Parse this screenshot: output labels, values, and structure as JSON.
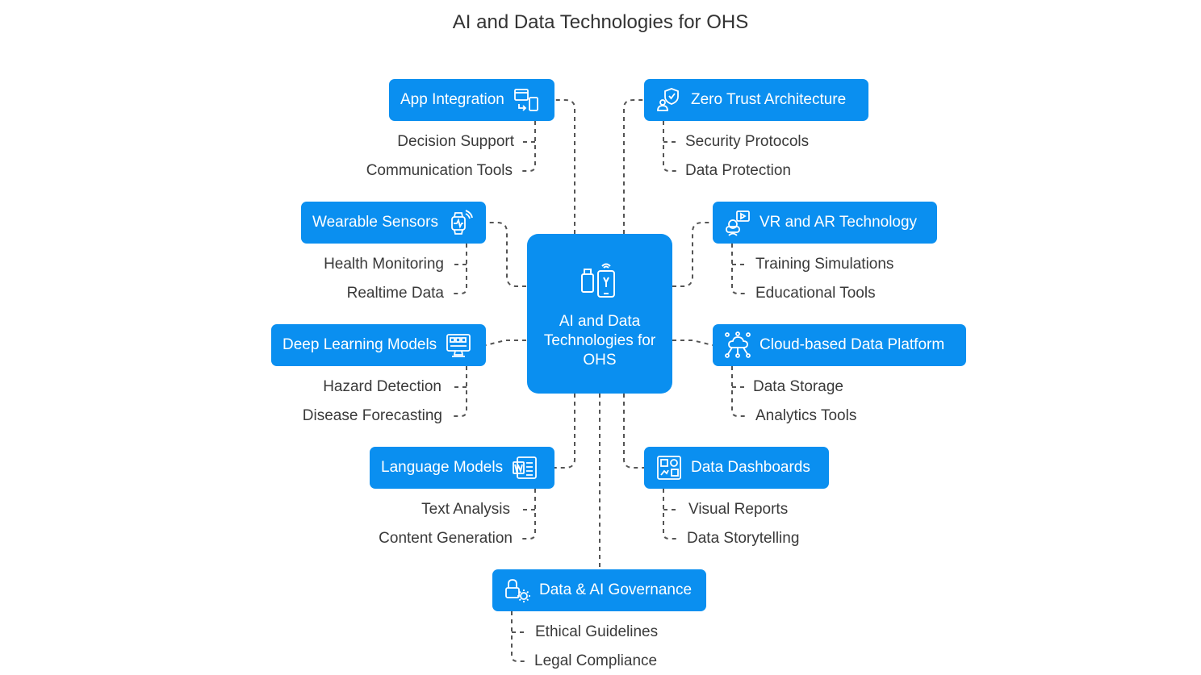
{
  "title": "AI and Data Technologies for OHS",
  "center": {
    "label": "AI and Data Technologies for OHS",
    "icon": "ai-devices-icon"
  },
  "accent_color": "#0a8ff0",
  "branches": [
    {
      "label": "App Integration",
      "icon": "app-integration-icon",
      "items": [
        "Decision Support",
        "Communication Tools"
      ]
    },
    {
      "label": "Zero Trust Architecture",
      "icon": "security-shield-icon",
      "items": [
        "Security Protocols",
        "Data Protection"
      ]
    },
    {
      "label": "Wearable Sensors",
      "icon": "smartwatch-icon",
      "items": [
        "Health Monitoring",
        "Realtime Data"
      ]
    },
    {
      "label": "VR and AR Technology",
      "icon": "vr-headset-icon",
      "items": [
        "Training Simulations",
        "Educational Tools"
      ]
    },
    {
      "label": "Deep Learning Models",
      "icon": "neural-computer-icon",
      "items": [
        "Hazard Detection",
        "Disease Forecasting"
      ]
    },
    {
      "label": "Cloud-based Data Platform",
      "icon": "cloud-network-icon",
      "items": [
        "Data Storage",
        "Analytics Tools"
      ]
    },
    {
      "label": "Language Models",
      "icon": "word-document-icon",
      "items": [
        "Text Analysis",
        "Content Generation"
      ]
    },
    {
      "label": "Data Dashboards",
      "icon": "dashboard-icon",
      "items": [
        "Visual Reports",
        "Data Storytelling"
      ]
    },
    {
      "label": "Data & AI Governance",
      "icon": "governance-gear-icon",
      "items": [
        "Ethical Guidelines",
        "Legal Compliance"
      ]
    }
  ]
}
